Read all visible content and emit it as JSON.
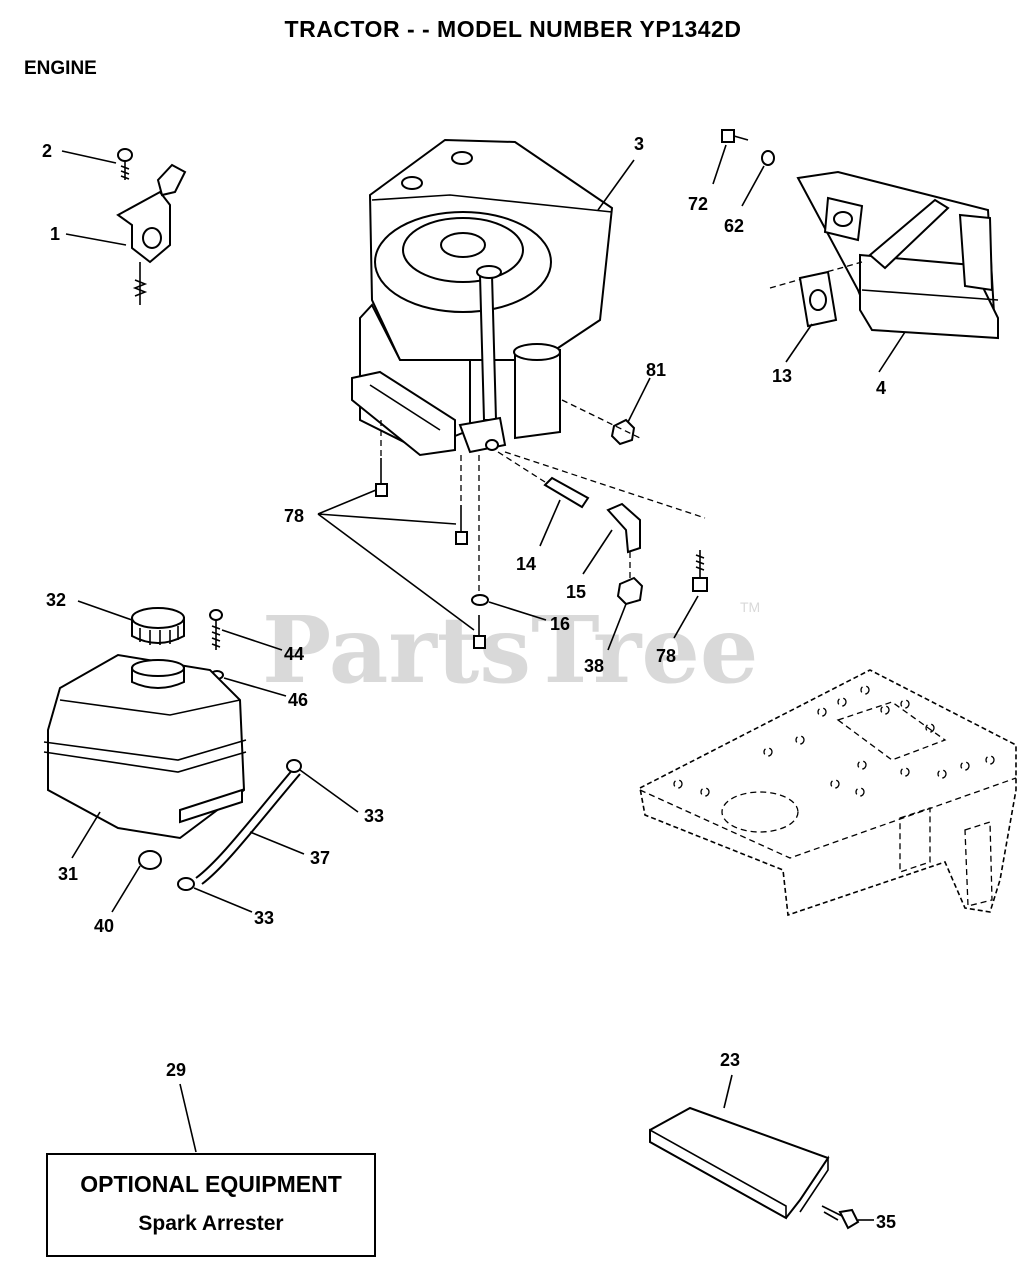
{
  "header": {
    "title": "TRACTOR - - MODEL NUMBER YP1342D",
    "section": "ENGINE"
  },
  "watermark": {
    "text": "PartsTree",
    "mark": "TM"
  },
  "callouts": [
    {
      "id": "c2",
      "label": "2"
    },
    {
      "id": "c1",
      "label": "1"
    },
    {
      "id": "c3",
      "label": "3"
    },
    {
      "id": "c72",
      "label": "72"
    },
    {
      "id": "c62",
      "label": "62"
    },
    {
      "id": "c13",
      "label": "13"
    },
    {
      "id": "c4",
      "label": "4"
    },
    {
      "id": "c81",
      "label": "81"
    },
    {
      "id": "c78a",
      "label": "78"
    },
    {
      "id": "c14",
      "label": "14"
    },
    {
      "id": "c15",
      "label": "15"
    },
    {
      "id": "c16",
      "label": "16"
    },
    {
      "id": "c38",
      "label": "38"
    },
    {
      "id": "c78b",
      "label": "78"
    },
    {
      "id": "c32",
      "label": "32"
    },
    {
      "id": "c44",
      "label": "44"
    },
    {
      "id": "c46",
      "label": "46"
    },
    {
      "id": "c33a",
      "label": "33"
    },
    {
      "id": "c37",
      "label": "37"
    },
    {
      "id": "c31",
      "label": "31"
    },
    {
      "id": "c40",
      "label": "40"
    },
    {
      "id": "c33b",
      "label": "33"
    },
    {
      "id": "c29",
      "label": "29"
    },
    {
      "id": "c23",
      "label": "23"
    },
    {
      "id": "c35",
      "label": "35"
    }
  ],
  "optional_box": {
    "title": "OPTIONAL EQUIPMENT",
    "subtitle": "Spark Arrester"
  }
}
